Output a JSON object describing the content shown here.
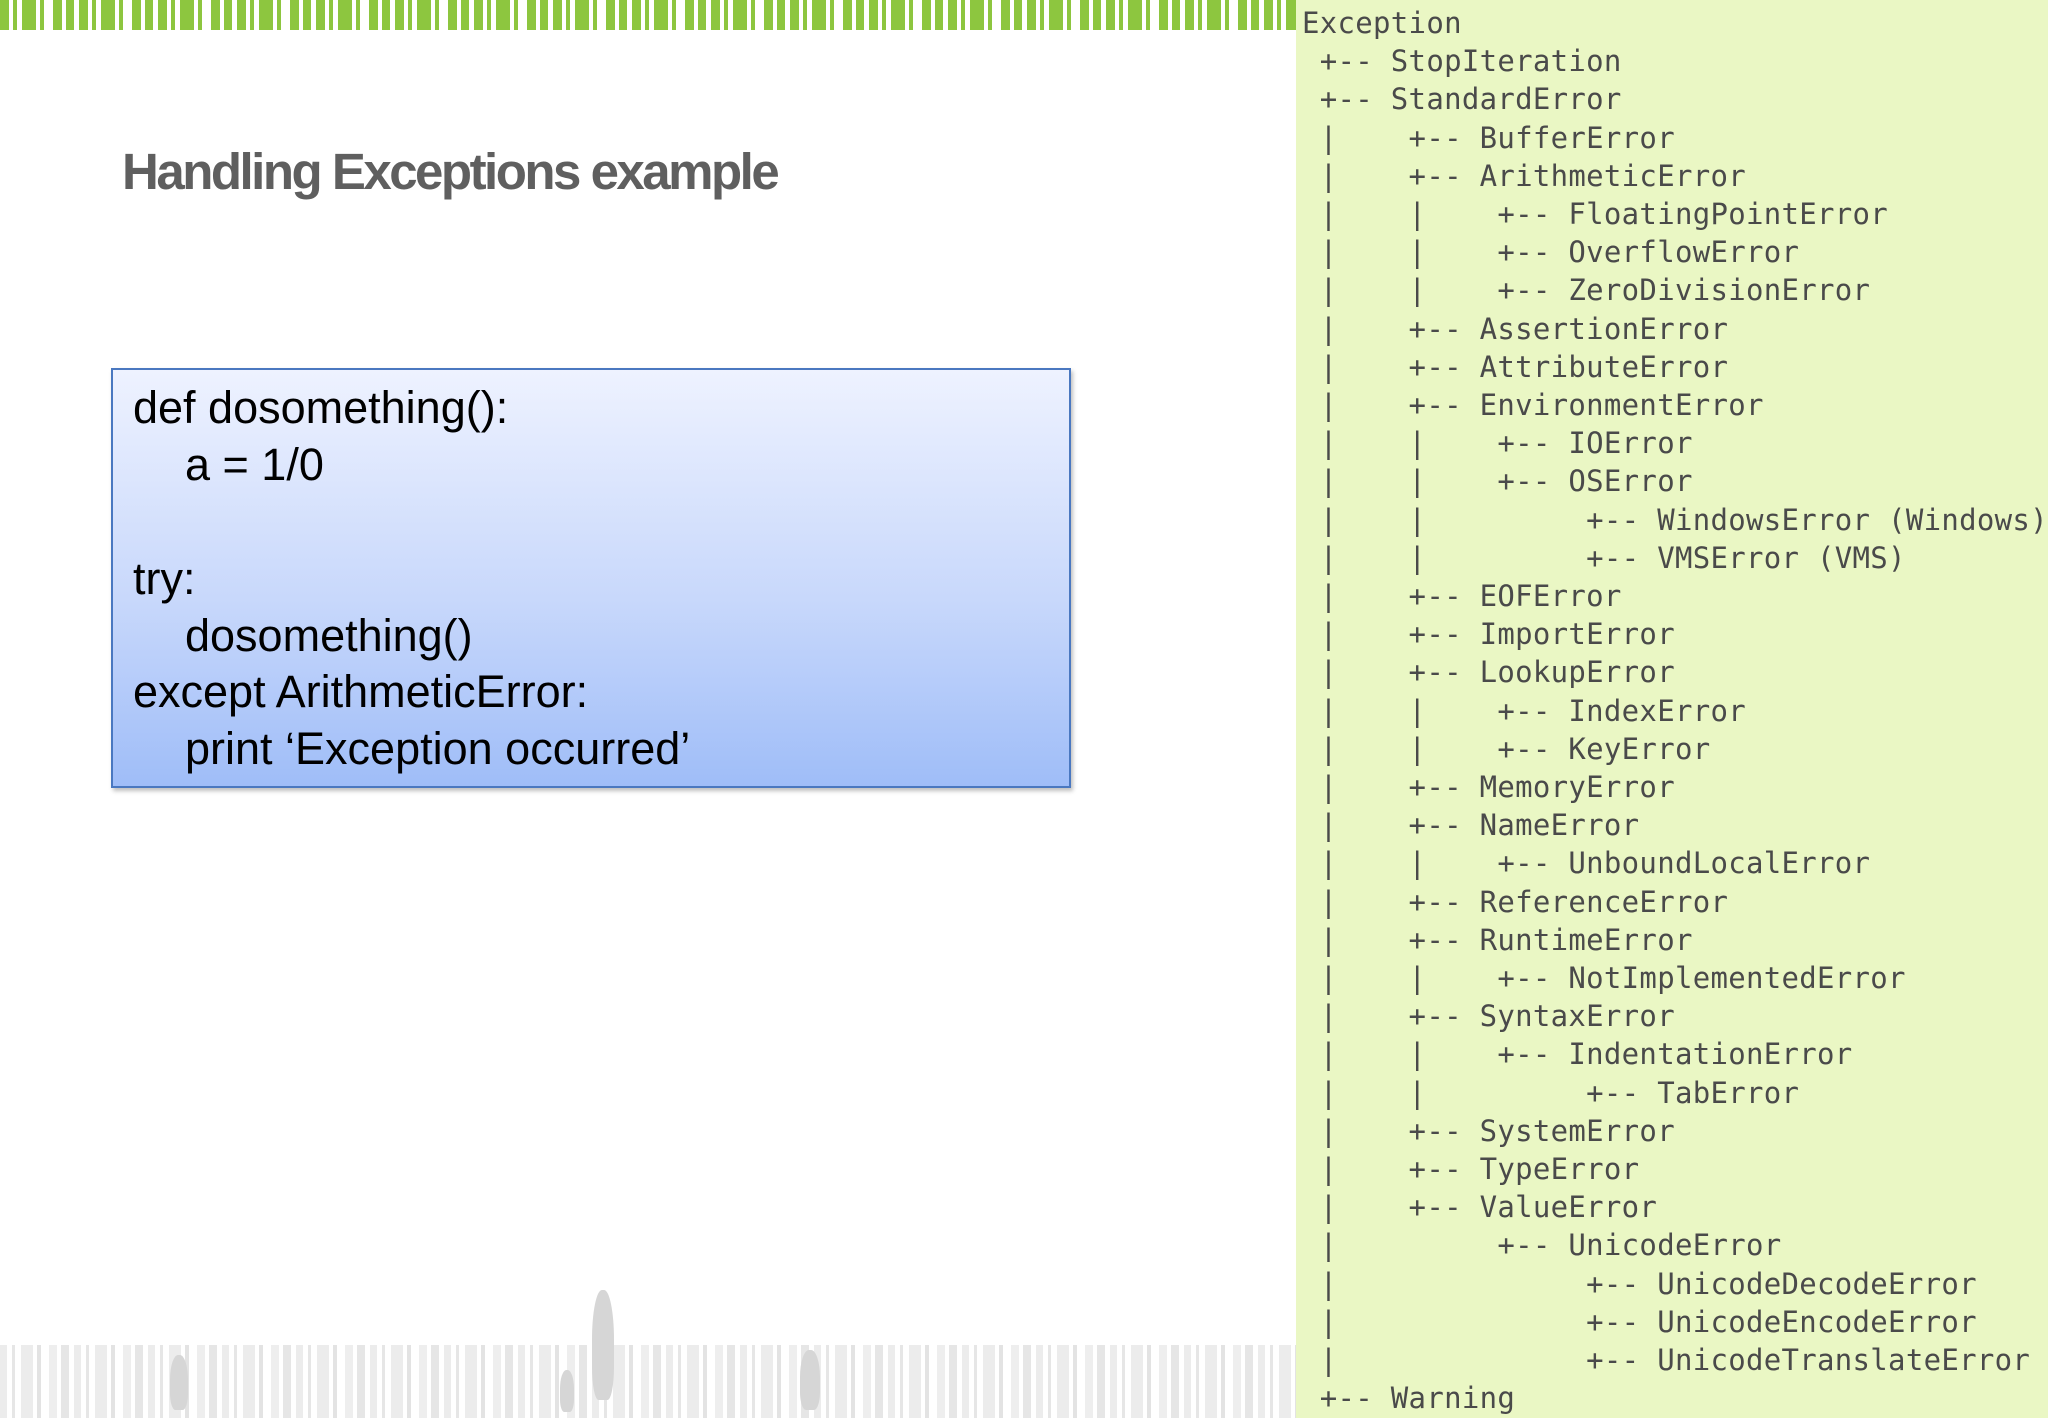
{
  "slide": {
    "title": "Handling Exceptions example"
  },
  "code": {
    "lines": [
      "def dosomething():",
      "a = 1/0",
      "try:",
      "dosomething()",
      "except ArithmeticError:",
      "print ‘Exception occurred’"
    ]
  },
  "exception_tree": {
    "lines": [
      "Exception",
      " +-- StopIteration",
      " +-- StandardError",
      " |    +-- BufferError",
      " |    +-- ArithmeticError",
      " |    |    +-- FloatingPointError",
      " |    |    +-- OverflowError",
      " |    |    +-- ZeroDivisionError",
      " |    +-- AssertionError",
      " |    +-- AttributeError",
      " |    +-- EnvironmentError",
      " |    |    +-- IOError",
      " |    |    +-- OSError",
      " |    |         +-- WindowsError (Windows)",
      " |    |         +-- VMSError (VMS)",
      " |    +-- EOFError",
      " |    +-- ImportError",
      " |    +-- LookupError",
      " |    |    +-- IndexError",
      " |    |    +-- KeyError",
      " |    +-- MemoryError",
      " |    +-- NameError",
      " |    |    +-- UnboundLocalError",
      " |    +-- ReferenceError",
      " |    +-- RuntimeError",
      " |    |    +-- NotImplementedError",
      " |    +-- SyntaxError",
      " |    |    +-- IndentationError",
      " |    |         +-- TabError",
      " |    +-- SystemError",
      " |    +-- TypeError",
      " |    +-- ValueError",
      " |         +-- UnicodeError",
      " |              +-- UnicodeDecodeError",
      " |              +-- UnicodeEncodeError",
      " |              +-- UnicodeTranslateError",
      " +-- Warning"
    ]
  },
  "colors": {
    "accent_green": "#8dc63f",
    "panel_bg": "#eaf7c4",
    "code_border": "#4a78c0",
    "title_gray": "#5f5f5f"
  }
}
